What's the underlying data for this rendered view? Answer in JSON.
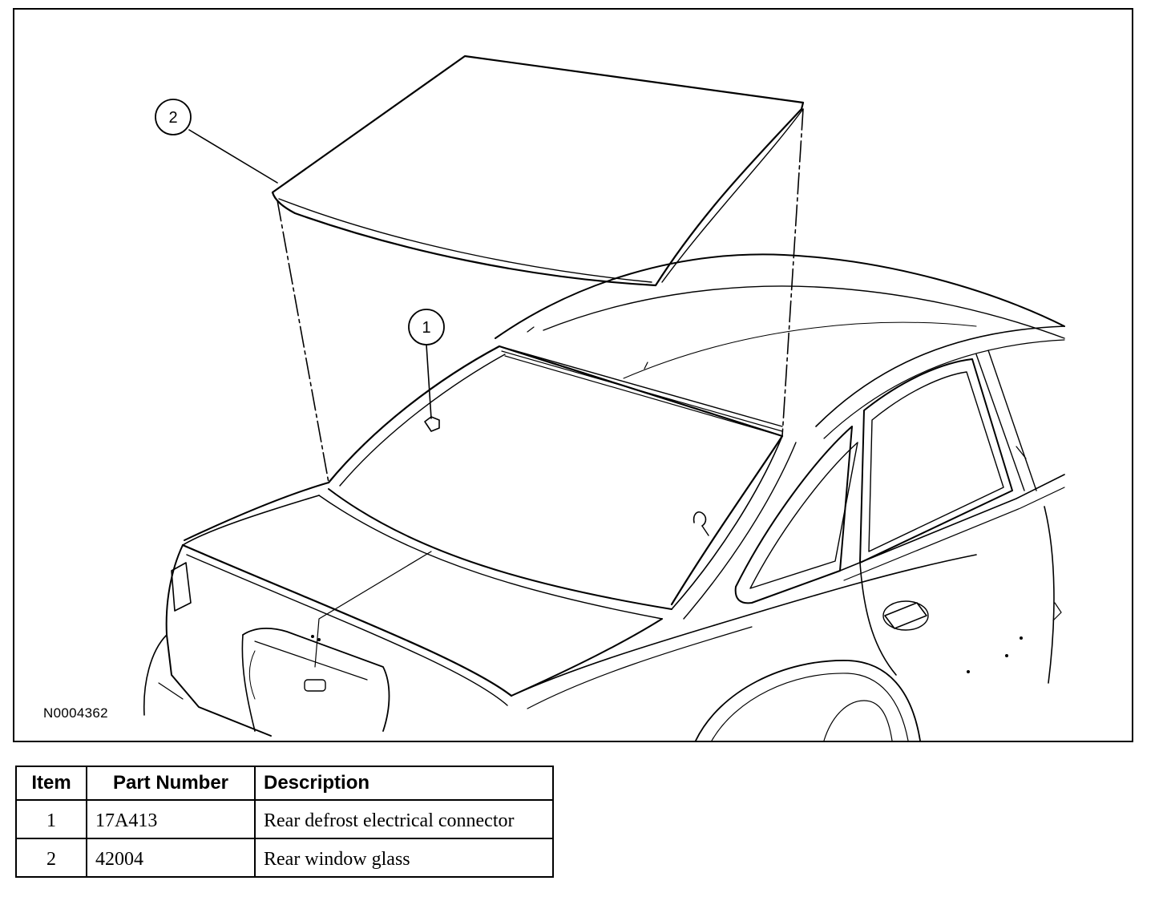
{
  "diagram": {
    "figure_id": "N0004362",
    "callouts": [
      {
        "id": "1",
        "label": "1"
      },
      {
        "id": "2",
        "label": "2"
      }
    ]
  },
  "table": {
    "headers": {
      "item": "Item",
      "part_number": "Part Number",
      "description": "Description"
    },
    "rows": [
      {
        "item": "1",
        "part_number": "17A413",
        "description": "Rear defrost electrical connector"
      },
      {
        "item": "2",
        "part_number": "42004",
        "description": "Rear window glass"
      }
    ]
  }
}
